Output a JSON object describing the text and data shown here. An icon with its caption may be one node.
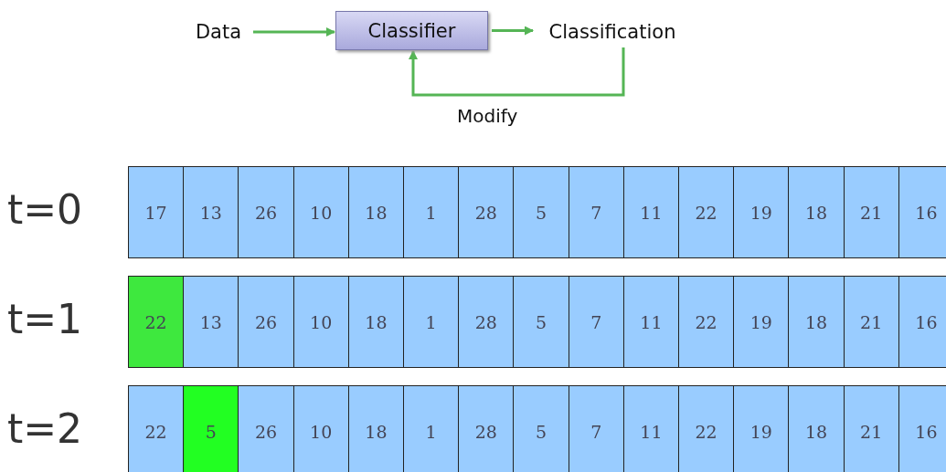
{
  "diagram": {
    "nodes": [
      {
        "text": [
          "Data"
        ]
      },
      {
        "text": [
          "Classifier"
        ]
      },
      {
        "text": [
          "Classification"
        ]
      }
    ],
    "edges": [
      {
        "from": 0,
        "to": 1,
        "arrow": "to"
      },
      {
        "from": 1,
        "to": 2,
        "arrow": "to"
      },
      {
        "from": 2,
        "to": 1,
        "arrow": "to",
        "label": "Modify"
      }
    ],
    "labels": [
      "t=0",
      "17",
      "13",
      "26",
      "10",
      "18",
      "1",
      "28",
      "5",
      "7",
      "11",
      "22",
      "19",
      "18",
      "21",
      "16",
      "t=1",
      "22",
      "13",
      "26",
      "10",
      "18",
      "1",
      "28",
      "5",
      "7",
      "11",
      "22",
      "19",
      "18",
      "21",
      "16",
      "t=2",
      "22",
      "5",
      "26",
      "10",
      "18",
      "1",
      "28",
      "5",
      "7",
      "11",
      "22",
      "19",
      "18",
      "21",
      "16"
    ]
  }
}
